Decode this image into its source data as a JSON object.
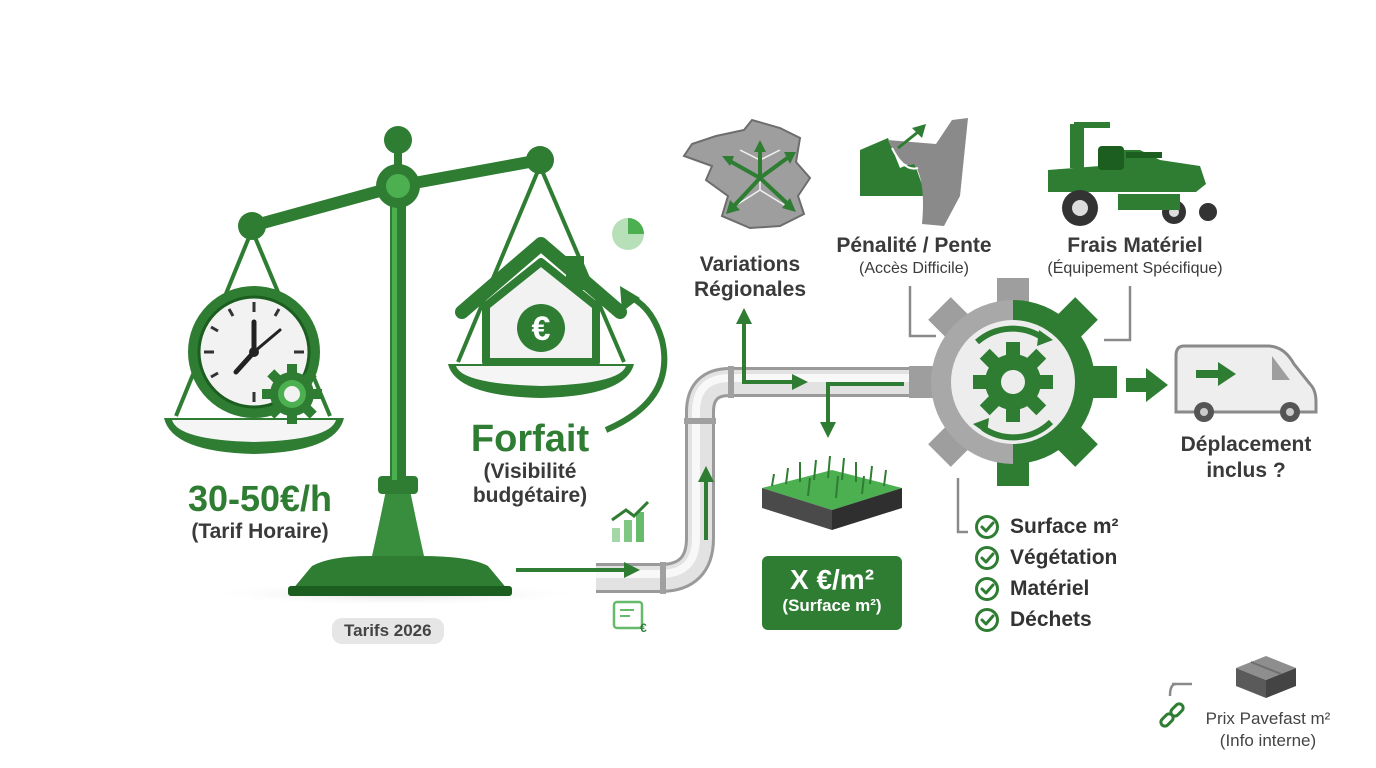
{
  "colors": {
    "primary_green": "#2e7d32",
    "light_green": "#4caf50",
    "gray": "#9e9e9e",
    "dark_gray": "#555555"
  },
  "hourly": {
    "rate": "30-50€/h",
    "sub": "(Tarif Horaire)"
  },
  "forfait": {
    "title": "Forfait",
    "sub_line1": "(Visibilité",
    "sub_line2": "budgétaire)"
  },
  "badge_year": "Tarifs 2026",
  "regional": {
    "line1": "Variations",
    "line2": "Régionales"
  },
  "slope": {
    "title": "Pénalité / Pente",
    "sub": "(Accès Difficile)"
  },
  "equipment": {
    "title": "Frais Matériel",
    "sub": "(Équipement Spécifique)"
  },
  "surface_box": {
    "price": "X €/m²",
    "sub": "(Surface m²)"
  },
  "checklist": [
    "Surface m²",
    "Végétation",
    "Matériel",
    "Déchets"
  ],
  "travel": {
    "line1": "Déplacement",
    "line2": "inclus ?"
  },
  "pavefast": {
    "line1": "Prix Pavefast m²",
    "line2": "(Info interne)"
  },
  "icons": [
    "balance-scale-icon",
    "clock-icon",
    "small-gear-icon",
    "house-euro-icon",
    "refresh-arrow-icon",
    "pie-chart-icon",
    "bar-chart-icon",
    "invoice-euro-icon",
    "france-map-icon",
    "slope-icon",
    "tractor-mower-icon",
    "big-gear-icon",
    "grass-tile-icon",
    "van-icon",
    "paving-stone-icon",
    "link-icon",
    "check-icon"
  ]
}
